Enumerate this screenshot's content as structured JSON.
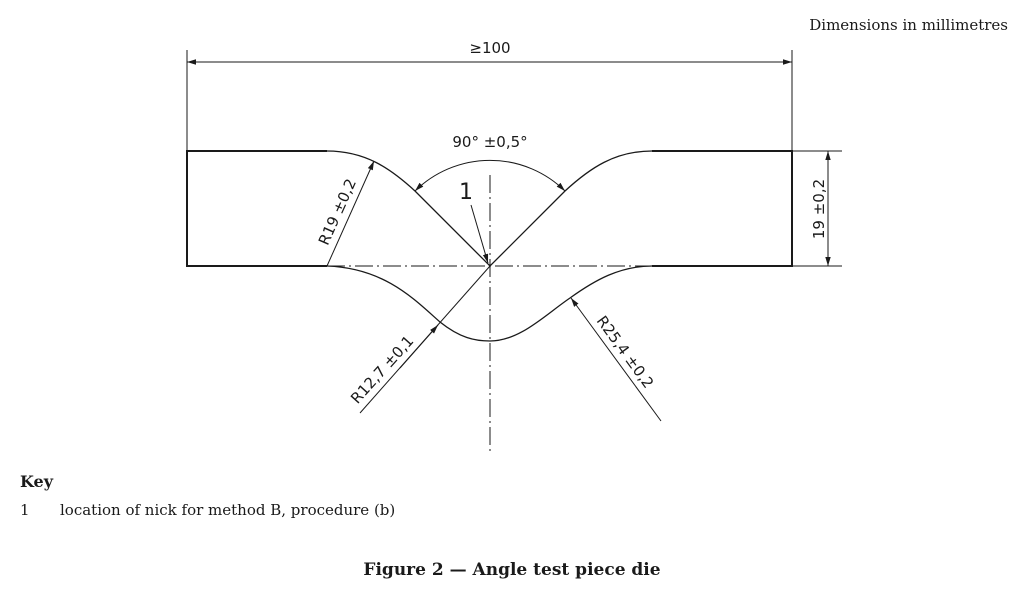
{
  "units_note": "Dimensions in millimetres",
  "drawing": {
    "overall_length": "≥100",
    "angle": "90°  ±0,5°",
    "width": "19 ±0,2",
    "radius_top": "R19 ±0,2",
    "radius_bottom_left": "R12,7 ±0,1",
    "radius_bottom_right": "R25,4 ±0,2",
    "callout": "1"
  },
  "key": {
    "title": "Key",
    "items": [
      {
        "number": "1",
        "text": "location of nick for method B, procedure (b)"
      }
    ]
  },
  "caption": "Figure 2 — Angle test piece die"
}
